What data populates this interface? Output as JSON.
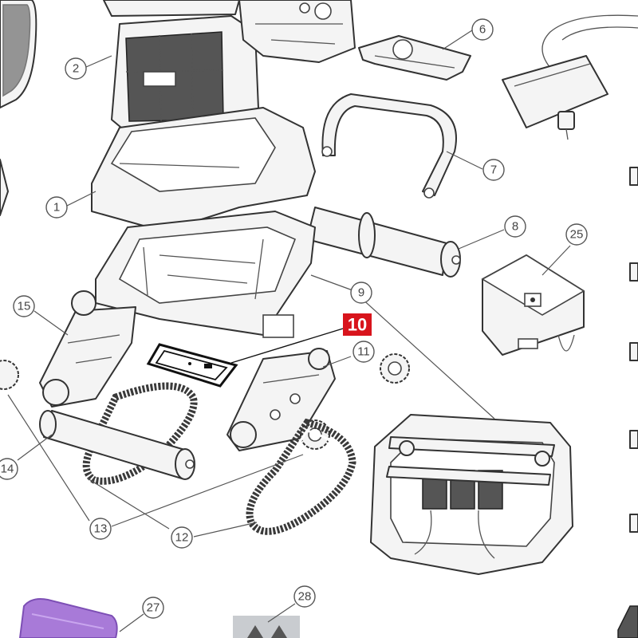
{
  "diagram": {
    "type": "exploded-parts-diagram",
    "highlight_color": "#d8141c",
    "highlighted_callout": "10",
    "callouts": [
      {
        "label": "1",
        "part": "top-cover"
      },
      {
        "label": "2",
        "part": "filter-basket"
      },
      {
        "label": "6",
        "part": "motor-bracket"
      },
      {
        "label": "7",
        "part": "handle"
      },
      {
        "label": "8",
        "part": "front-brush-roller"
      },
      {
        "label": "9",
        "part": "chassis-body"
      },
      {
        "label": "10",
        "part": "gasket-plate"
      },
      {
        "label": "11",
        "part": "side-drive-housing"
      },
      {
        "label": "12",
        "part": "drive-track-belt"
      },
      {
        "label": "13",
        "part": "drive-track-belt"
      },
      {
        "label": "14",
        "part": "rear-brush-roller"
      },
      {
        "label": "15",
        "part": "side-drive-housing"
      },
      {
        "label": "25",
        "part": "power-supply-box"
      },
      {
        "label": "27",
        "part": "purple-accessory"
      },
      {
        "label": "28",
        "part": "accessory-item"
      }
    ]
  }
}
